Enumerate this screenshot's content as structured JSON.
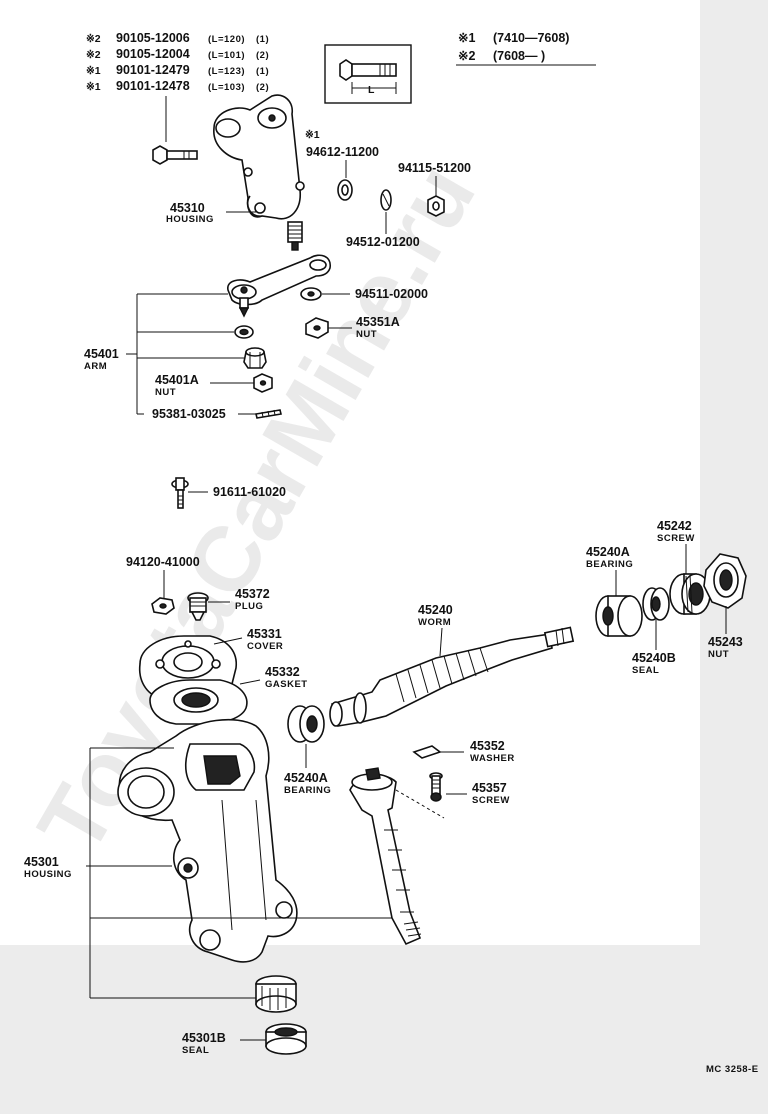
{
  "watermark": "ToyotaCarMine.ru",
  "footer_code": "MC 3258-E",
  "legend": [
    {
      "mark": "※1",
      "range": "(7410—7608)"
    },
    {
      "mark": "※2",
      "range": "(7608—      )"
    }
  ],
  "bolt_box": {
    "dim_label": "L"
  },
  "bolt_list": [
    {
      "mark": "※2",
      "part": "90105-12006",
      "len": "(L=120)",
      "qty": "(1)"
    },
    {
      "mark": "※2",
      "part": "90105-12004",
      "len": "(L=101)",
      "qty": "(2)"
    },
    {
      "mark": "※1",
      "part": "90101-12479",
      "len": "(L=123)",
      "qty": "(1)"
    },
    {
      "mark": "※1",
      "part": "90101-12478",
      "len": "(L=103)",
      "qty": "(2)"
    }
  ],
  "parts": {
    "p94612": {
      "num": "94612-11200",
      "mark": "※1"
    },
    "p94115": {
      "num": "94115-51200"
    },
    "p94512": {
      "num": "94512-01200"
    },
    "p45310": {
      "num": "45310",
      "name": "HOUSING"
    },
    "p94511": {
      "num": "94511-02000"
    },
    "p45351A": {
      "num": "45351A",
      "name": "NUT"
    },
    "p45401": {
      "num": "45401",
      "name": "ARM"
    },
    "p45401A": {
      "num": "45401A",
      "name": "NUT"
    },
    "p95381": {
      "num": "95381-03025"
    },
    "p91611": {
      "num": "91611-61020"
    },
    "p94120": {
      "num": "94120-41000"
    },
    "p45372": {
      "num": "45372",
      "name": "PLUG"
    },
    "p45331": {
      "num": "45331",
      "name": "COVER"
    },
    "p45332": {
      "num": "45332",
      "name": "GASKET"
    },
    "p45240": {
      "num": "45240",
      "name": "WORM"
    },
    "p45240A_top": {
      "num": "45240A",
      "name": "BEARING"
    },
    "p45242": {
      "num": "45242",
      "name": "SCREW"
    },
    "p45243": {
      "num": "45243",
      "name": "NUT"
    },
    "p45240B": {
      "num": "45240B",
      "name": "SEAL"
    },
    "p45240A_bot": {
      "num": "45240A",
      "name": "BEARING"
    },
    "p45352": {
      "num": "45352",
      "name": "WASHER"
    },
    "p45357": {
      "num": "45357",
      "name": "SCREW"
    },
    "p45301": {
      "num": "45301",
      "name": "HOUSING"
    },
    "p45301B": {
      "num": "45301B",
      "name": "SEAL"
    }
  }
}
